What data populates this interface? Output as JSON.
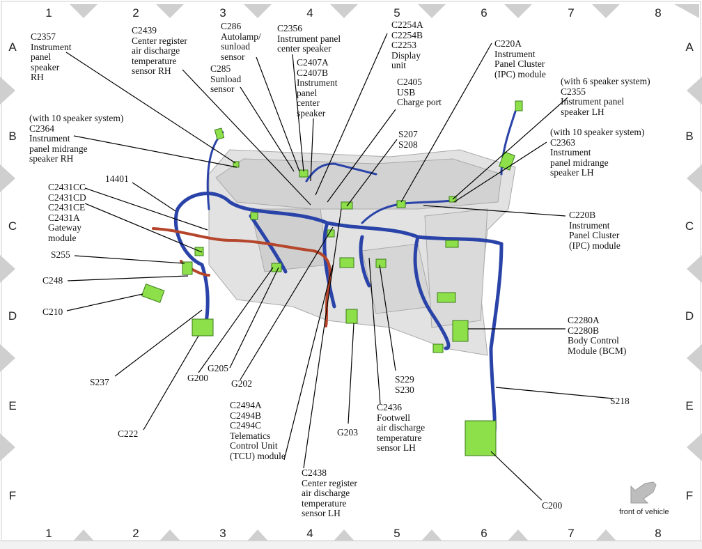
{
  "grid": {
    "columns": [
      "1",
      "2",
      "3",
      "4",
      "5",
      "6",
      "7",
      "8"
    ],
    "rows": [
      "A",
      "B",
      "C",
      "D",
      "E",
      "F"
    ]
  },
  "labels": {
    "c2357": "C2357\nInstrument\npanel\nspeaker\nRH",
    "c2439": "C2439\nCenter register\nair discharge\ntemperature\nsensor RH",
    "c286": "C286\nAutolamp/\nsunload\nsensor",
    "c285": "C285\nSunload\nsensor",
    "c2356": "C2356\nInstrument panel\ncenter speaker",
    "c2407": "C2407A\nC2407B\nInstrument\npanel\ncenter\nspeaker",
    "c2254": "C2254A\nC2254B\nC2253\nDisplay\nunit",
    "c2405": "C2405\nUSB\nCharge port",
    "s207": "S207\nS208",
    "c220a": "C220A\nInstrument\nPanel Cluster\n(IPC) module",
    "c2355": "(with 6 speaker system)\nC2355\nInstrument panel\nspeaker LH",
    "c2363": "(with 10 speaker system)\nC2363\nInstrument\npanel midrange\nspeaker LH",
    "c2364": "(with 10 speaker system)\nC2364\nInstrument\npanel midrange\nspeaker RH",
    "n14401": "14401",
    "c2431": "C2431CC\nC2431CD\nC2431CE\nC2431A\nGateway\nmodule",
    "s255": "S255",
    "c248": "C248",
    "c210": "C210",
    "c220b": "C220B\nInstrument\nPanel Cluster\n(IPC) module",
    "c2280": "C2280A\nC2280B\nBody Control\nModule (BCM)",
    "s237": "S237",
    "g200": "G200",
    "g205": "G205",
    "g202": "G202",
    "c222": "C222",
    "c2494": "C2494A\nC2494B\nC2494C\nTelematics\nControl Unit\n(TCU) module",
    "g203": "G203",
    "c2436": "C2436\nFootwell\nair discharge\ntemperature\nsensor LH",
    "s229": "S229\nS230",
    "s218": "S218",
    "c2438": "C2438\nCenter register\nair discharge\ntemperature\nsensor LH",
    "c200": "C200",
    "front": "front of vehicle"
  },
  "colors": {
    "harness_blue": "#2a43a8",
    "connector_green": "#8ee04a",
    "harness_red": "#b5452b",
    "frame_gray": "#c8c8c8",
    "leader": "#000000"
  }
}
